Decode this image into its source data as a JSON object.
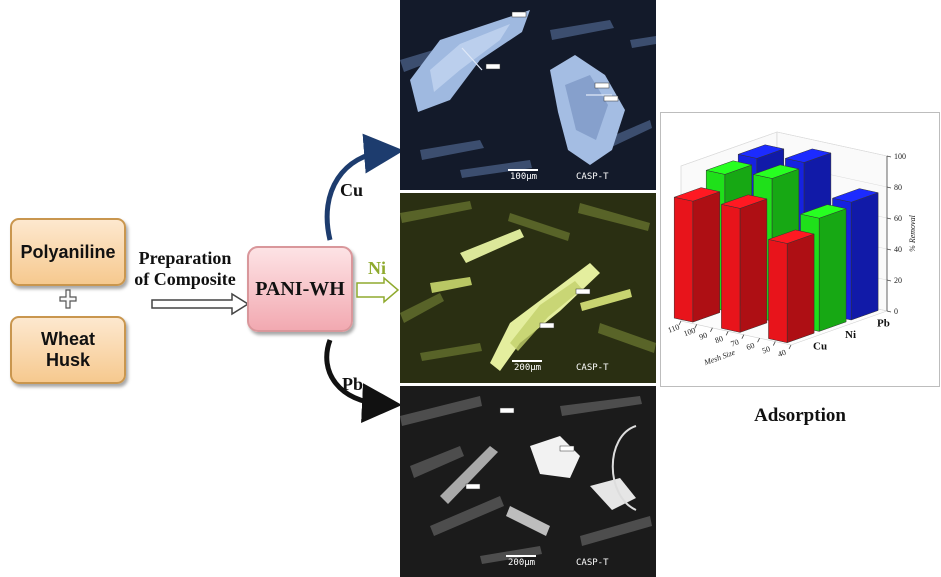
{
  "inputs": {
    "polyaniline": "Polyaniline",
    "wheat_husk": "Wheat Husk"
  },
  "process": {
    "preparation_label": "Preparation of Composite",
    "composite": "PANI-WH"
  },
  "metals": {
    "cu": "Cu",
    "ni": "Ni",
    "pb": "Pb"
  },
  "sem_images": [
    {
      "metal": "Cu",
      "scale_bar": "100μm",
      "caption": "CASP-T",
      "tint": "#aac4e8"
    },
    {
      "metal": "Ni",
      "scale_bar": "200μm",
      "caption": "CASP-T",
      "tint": "#d8e58a"
    },
    {
      "metal": "Pb",
      "scale_bar": "200μm",
      "caption": "CASP-T",
      "tint": "#e6e6e6"
    }
  ],
  "chart_caption": "Adsorption",
  "chart_data": {
    "type": "bar3d",
    "z_label": "% Removal",
    "x_label": "Mesh Size",
    "z_ticks": [
      "0",
      "20",
      "40",
      "60",
      "80",
      "100"
    ],
    "zlim": [
      0,
      100
    ],
    "x_ticks": [
      "110",
      "100",
      "90",
      "80",
      "70",
      "60",
      "50",
      "40"
    ],
    "categories": [
      "110",
      "80",
      "50"
    ],
    "series": [
      {
        "name": "Cu",
        "color": "#e8141b",
        "values": [
          78,
          80,
          64
        ]
      },
      {
        "name": "Ni",
        "color": "#1fe01a",
        "values": [
          88,
          92,
          73
        ]
      },
      {
        "name": "Pb",
        "color": "#1622e0",
        "values": [
          91,
          95,
          76
        ]
      }
    ]
  }
}
